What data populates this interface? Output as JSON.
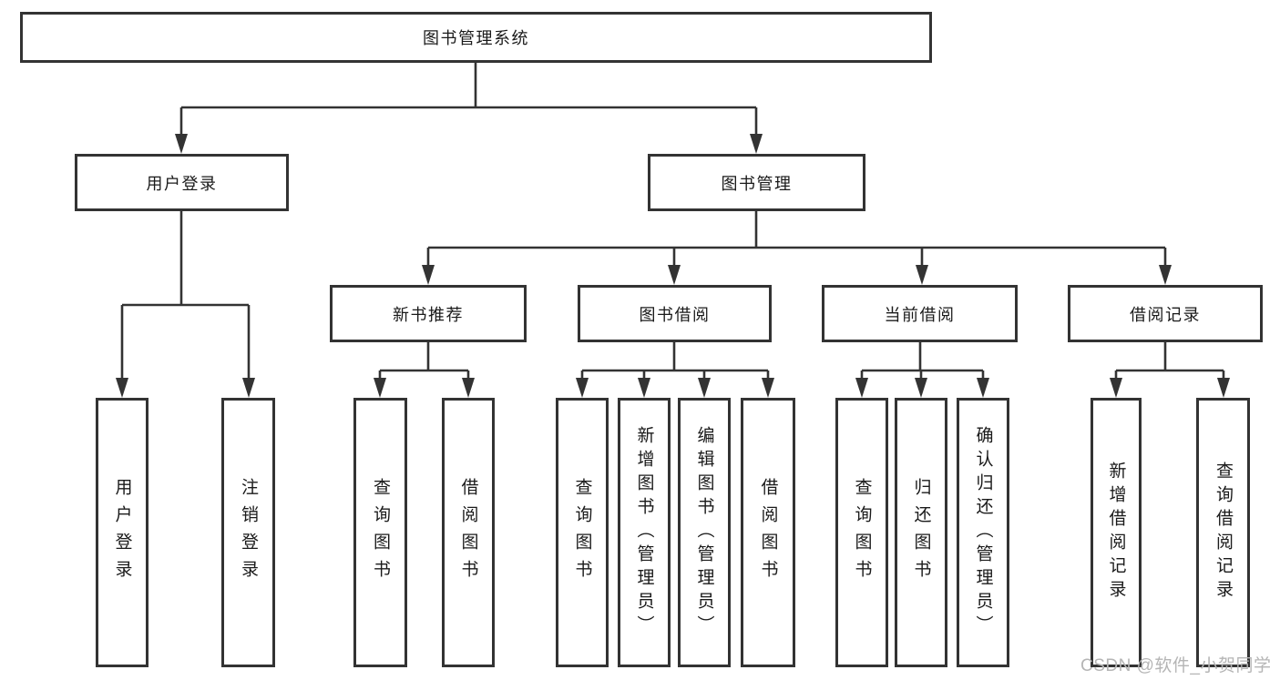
{
  "watermark": "CSDN @软件_小贺同学",
  "colors": {
    "line": "#333333",
    "border": "#333333",
    "text": "#1a1a1a",
    "watermark": "#b5b5b5",
    "background": "#ffffff"
  },
  "chart_data": {
    "type": "table",
    "title": "图书管理系统功能结构图"
  },
  "tree": {
    "root": {
      "label": "图书管理系统"
    },
    "branches": [
      {
        "label": "用户登录",
        "children": [
          {
            "label": "用户登录"
          },
          {
            "label": "注销登录"
          }
        ]
      },
      {
        "label": "图书管理",
        "children": [
          {
            "label": "新书推荐",
            "children": [
              {
                "label": "查询图书"
              },
              {
                "label": "借阅图书"
              }
            ]
          },
          {
            "label": "图书借阅",
            "children": [
              {
                "label": "查询图书"
              },
              {
                "label": "新增图书（管理员）"
              },
              {
                "label": "编辑图书（管理员）"
              },
              {
                "label": "借阅图书"
              }
            ]
          },
          {
            "label": "当前借阅",
            "children": [
              {
                "label": "查询图书"
              },
              {
                "label": "归还图书"
              },
              {
                "label": "确认归还（管理员）"
              }
            ]
          },
          {
            "label": "借阅记录",
            "children": [
              {
                "label": "新增借阅记录"
              },
              {
                "label": "查询借阅记录"
              }
            ]
          }
        ]
      }
    ]
  }
}
